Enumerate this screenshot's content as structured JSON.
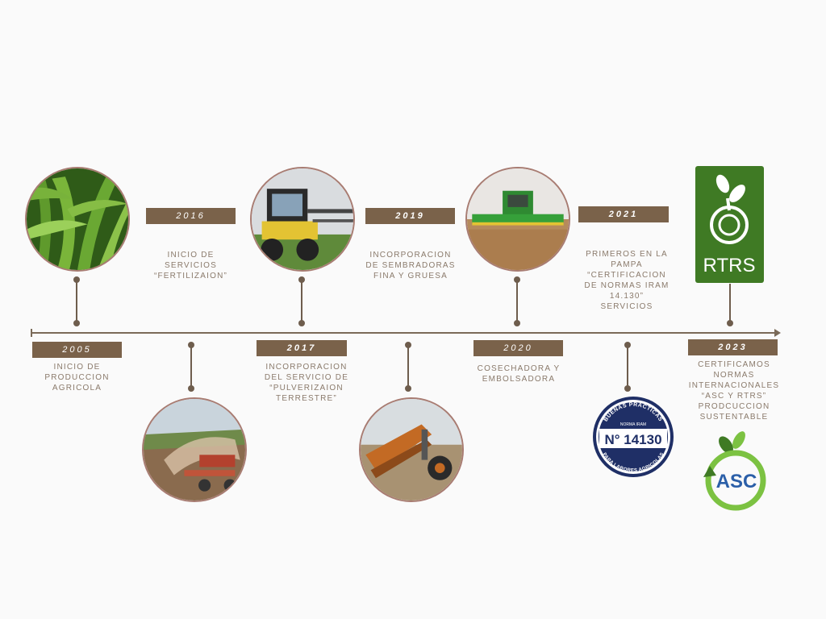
{
  "events": [
    {
      "year": "2005",
      "text": [
        "INICIO DE",
        "PRODUCCION",
        "AGRICOLA"
      ]
    },
    {
      "year": "2016",
      "text": [
        "INICIO DE",
        "SERVICIOS",
        "“FERTILIZAION”"
      ]
    },
    {
      "year": "2017",
      "text": [
        "INCORPORACION",
        "DEL SERVICIO DE",
        "“PULVERIZAION",
        "TERRESTRE”"
      ]
    },
    {
      "year": "2019",
      "text": [
        "INCORPORACION",
        "DE SEMBRADORAS",
        "FINA Y GRUESA"
      ]
    },
    {
      "year": "2020",
      "text": [
        "COSECHADORA Y",
        "EMBOLSADORA"
      ]
    },
    {
      "year": "2021",
      "text": [
        "PRIMEROS EN LA",
        "PAMPA",
        "“CERTIFICACION",
        "DE NORMAS IRAM",
        "14.130”",
        "SERVICIOS"
      ]
    },
    {
      "year": "2023",
      "text": [
        "CERTIFICAMOS",
        "NORMAS",
        "INTERNACIONALES",
        "“ASC Y RTRS”",
        "PRODCUCCION",
        "SUSTENTABLE"
      ]
    }
  ],
  "logos": {
    "rtrs": "RTRS",
    "iram": {
      "ring_top": "BUENAS PRÁCTICAS",
      "ring_bottom": "PARA LABORES AGRICOLAS",
      "subtitle": "NORMA IRAM",
      "number": "N° 14130"
    },
    "asc": "ASC"
  },
  "colors": {
    "brown": "#7a624a",
    "line": "#6e5d4d",
    "text": "#8a7a6b",
    "photo_border": "#a87c72",
    "rtrs_green": "#3f7a24",
    "asc_green": "#7cc242",
    "iram_navy": "#1f2f66"
  }
}
